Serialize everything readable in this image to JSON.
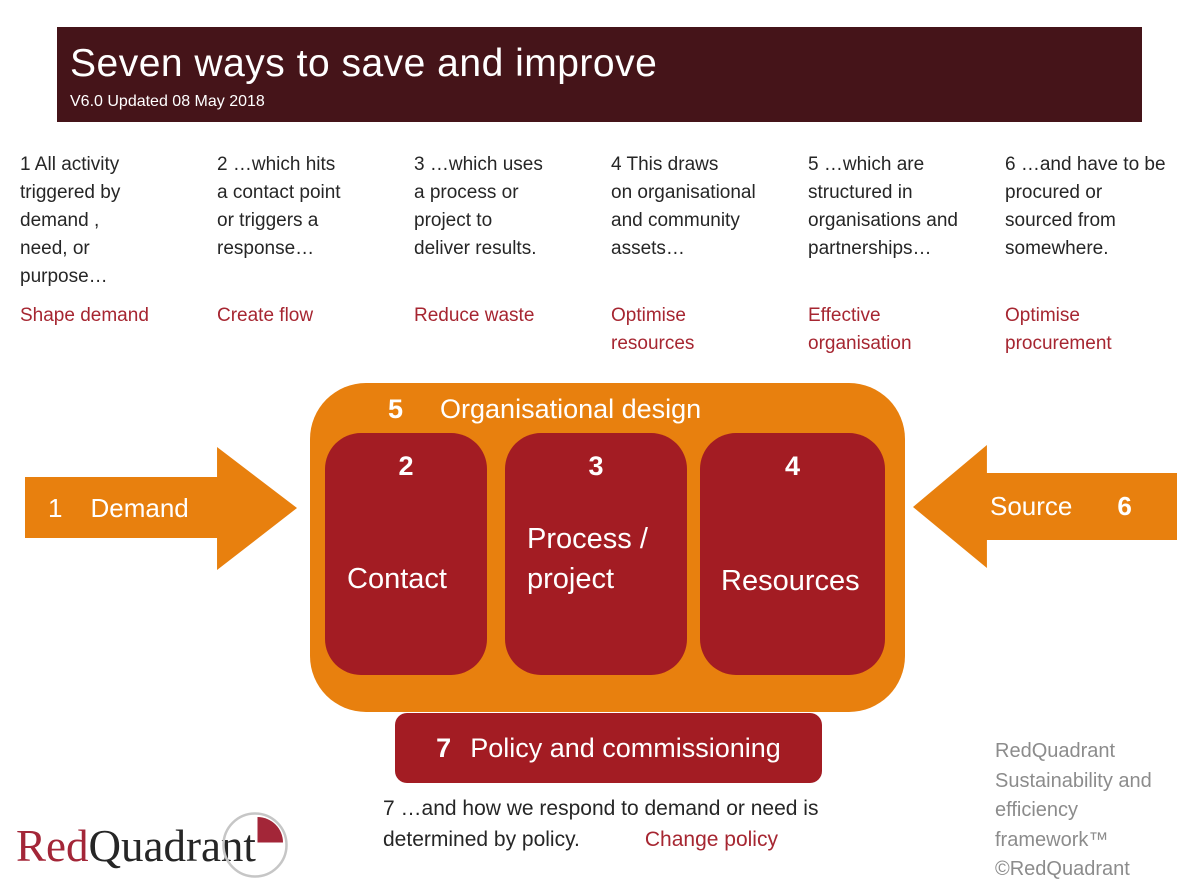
{
  "header": {
    "title": "Seven ways to save and improve",
    "subtitle": "V6.0 Updated 08 May 2018"
  },
  "columns": [
    {
      "desc": "1 All activity\ntriggered by\ndemand ,\nneed, or\npurpose…",
      "label": "Shape demand"
    },
    {
      "desc": "2 …which hits\na contact point\nor triggers a\nresponse…",
      "label": "Create flow"
    },
    {
      "desc": "3 …which uses\na process or\nproject to\ndeliver results.",
      "label": "Reduce waste"
    },
    {
      "desc": "4 This draws\non organisational\nand community\nassets…",
      "label": "Optimise\nresources"
    },
    {
      "desc": "5 …which are\nstructured in\norganisations and\npartnerships…",
      "label": "Effective\norganisation"
    },
    {
      "desc": "6 …and have to be\nprocured or\nsourced from\nsomewhere.",
      "label": "Optimise\nprocurement"
    }
  ],
  "diagram": {
    "org_design": {
      "number": "5",
      "label": "Organisational design"
    },
    "boxes": [
      {
        "number": "2",
        "label": "Contact"
      },
      {
        "number": "3",
        "label": "Process /\nproject"
      },
      {
        "number": "4",
        "label": "Resources"
      }
    ],
    "demand_arrow": {
      "number": "1",
      "label": "Demand"
    },
    "source_arrow": {
      "label": "Source",
      "number": "6"
    },
    "policy": {
      "number": "7",
      "label": "Policy and commissioning"
    }
  },
  "note": {
    "line1": "7 …and how we respond to demand or need is",
    "line2": "determined by policy.",
    "action": "Change policy"
  },
  "logo": {
    "red": "Red",
    "quadrant": "Quadrant"
  },
  "footer": {
    "text": "RedQuadrant\nSustainability and\nefficiency\nframework™\n©RedQuadrant"
  },
  "colors": {
    "header_maroon": "#451419",
    "orange": "#E8800E",
    "dark_red": "#A31C23",
    "red_text": "#A62631",
    "logo_red": "#A32638",
    "footer_gray": "#8C8C8C"
  }
}
